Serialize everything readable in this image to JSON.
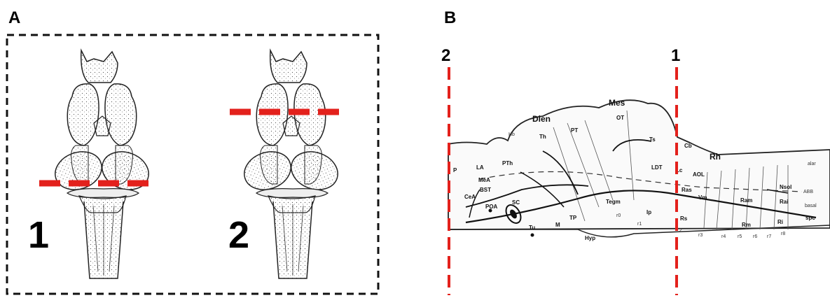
{
  "panel_a": {
    "letter": "A",
    "brain_1_label": "1",
    "brain_2_label": "2"
  },
  "panel_b": {
    "letter": "B",
    "cut_left_label": "2",
    "cut_right_label": "1",
    "region_labels": {
      "dien": "Dien",
      "mes": "Mes",
      "rh": "Rh"
    },
    "nuclei": {
      "ot": "OT",
      "ts": "Ts",
      "pt": "PT",
      "th": "Th",
      "hb": "Hb",
      "pth": "PTh",
      "p": "P",
      "la": "LA",
      "mea": "MeA",
      "bst": "BST",
      "cea": "CeA",
      "poa": "POA",
      "sc": "SC",
      "tu": "Tu",
      "m": "M",
      "tp": "TP",
      "hyp": "Hyp",
      "tegm": "Tegm",
      "ip": "Ip",
      "r0": "r0",
      "r1": "r1",
      "ldt": "LDT",
      "cb": "Cb",
      "lc": "Lc",
      "aol": "AOL",
      "ras": "Ras",
      "vm": "Vm",
      "rs": "Rs",
      "ram": "Ram",
      "rm": "Rm",
      "ri": "Ri",
      "rai": "Rai",
      "nsol": "Nsol",
      "r2": "2",
      "r3": "r3",
      "r4": "r4",
      "r5": "r5",
      "r6": "r6",
      "r7": "r7",
      "r8": "r8",
      "alar": "alar",
      "abb": "ABB",
      "basal": "basal",
      "spc": "spc"
    }
  },
  "colors": {
    "cut_line": "#e3211c",
    "frame": "#111111",
    "outline": "#222222"
  }
}
